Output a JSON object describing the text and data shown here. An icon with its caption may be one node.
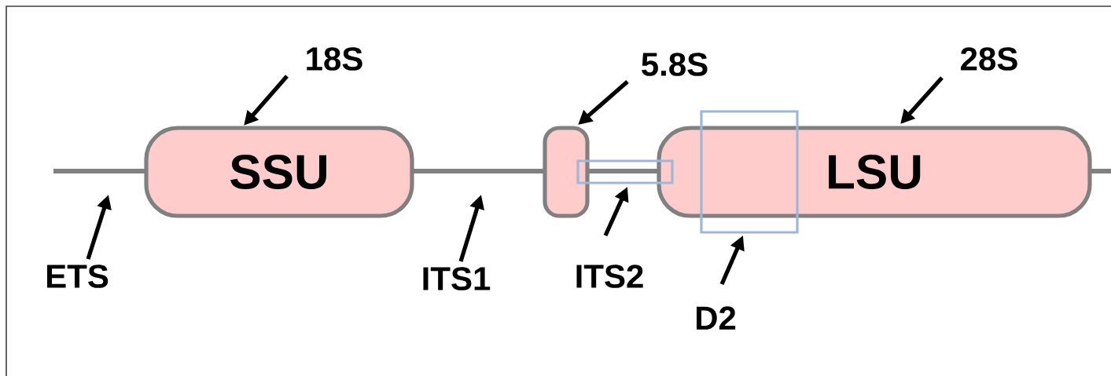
{
  "diagram": {
    "nodes": [
      {
        "text": [
          "SSU"
        ]
      },
      {
        "text": [],
        "shape": "box"
      },
      {
        "text": [
          "LSU"
        ]
      },
      {
        "text": [
          "18S"
        ]
      },
      {
        "text": [
          "5.8S"
        ]
      },
      {
        "text": [
          "28S"
        ]
      },
      {
        "text": [
          "ETS"
        ]
      },
      {
        "text": [
          "ITS1"
        ]
      },
      {
        "text": [
          "ITS2"
        ]
      },
      {
        "text": [
          "D2"
        ]
      },
      {
        "text": [],
        "shape": "box"
      },
      {
        "text": [],
        "shape": "box"
      }
    ],
    "edges": [
      {
        "from": 3,
        "to": 0,
        "arrow": "to"
      },
      {
        "from": 4,
        "to": 1,
        "arrow": "to"
      },
      {
        "from": 5,
        "to": 2,
        "arrow": "to"
      },
      {
        "from": 6,
        "to": null,
        "arrow": "to"
      },
      {
        "from": 7,
        "to": null,
        "arrow": "to"
      },
      {
        "from": 8,
        "to": 10,
        "arrow": "to"
      },
      {
        "from": 9,
        "to": 11,
        "arrow": "to"
      }
    ]
  }
}
